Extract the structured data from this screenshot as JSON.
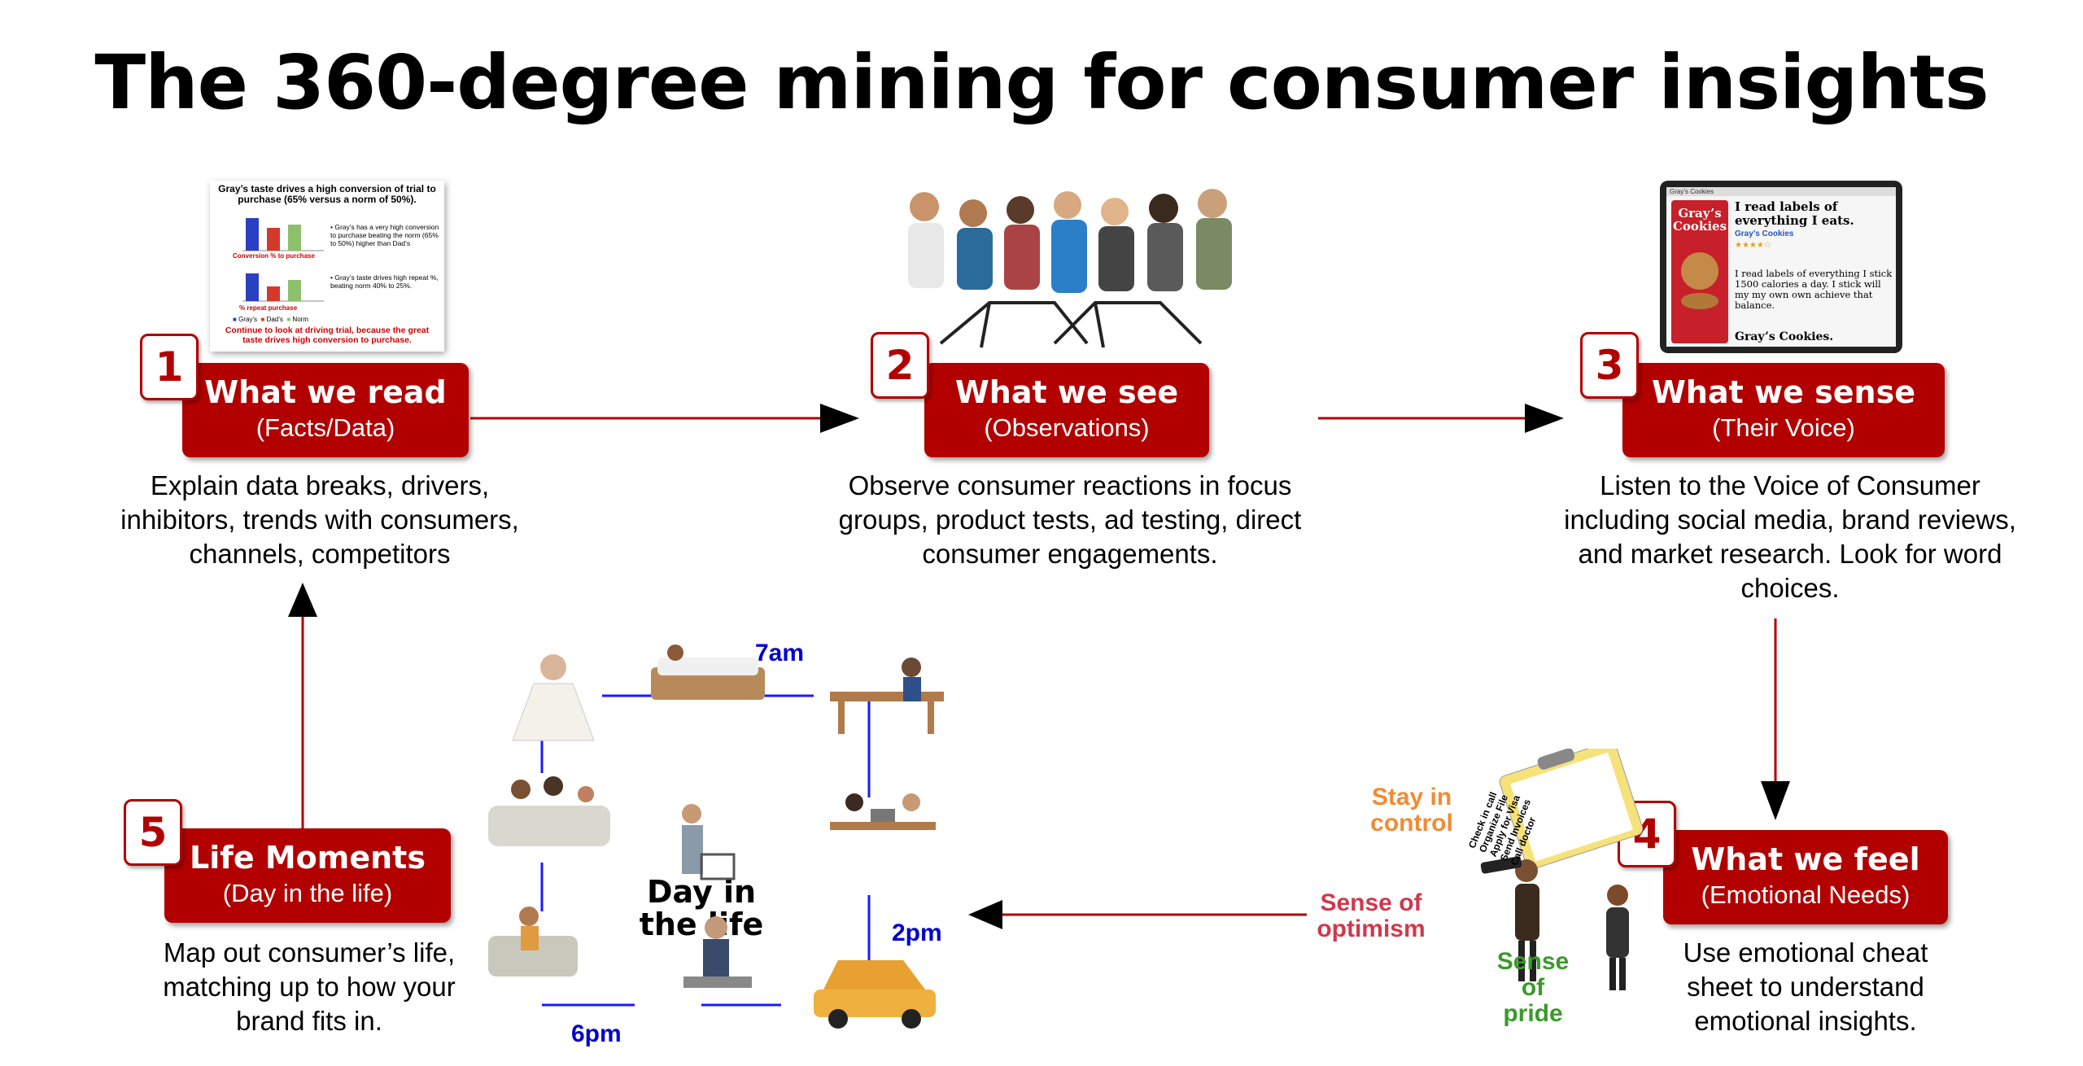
{
  "title": "The 360-degree mining for consumer insights",
  "steps": [
    {
      "number": "1",
      "heading": "What we read",
      "sub": "(Facts/Data)",
      "description": "Explain data breaks, drivers, inhibitors, trends with consumers, channels, competitors"
    },
    {
      "number": "2",
      "heading": "What we see",
      "sub": "(Observations)",
      "description": "Observe consumer reactions in focus groups, product tests, ad testing, direct consumer engagements."
    },
    {
      "number": "3",
      "heading": "What we sense",
      "sub": "(Their Voice)",
      "description": "Listen to the Voice of Consumer including social media, brand reviews, and market research. Look for word choices."
    },
    {
      "number": "4",
      "heading": "What we feel",
      "sub": "(Emotional Needs)",
      "description": "Use emotional cheat sheet to understand emotional insights."
    },
    {
      "number": "5",
      "heading": "Life Moments",
      "sub": "(Day in the life)",
      "description": "Map out consumer’s life, matching up to how your brand fits in."
    }
  ],
  "report_card": {
    "title": "Gray’s taste drives a high conversion of trial to purchase (65% versus a norm of 50%).",
    "chart1": {
      "label": "Conversion % to purchase",
      "values": [
        65,
        55,
        50
      ]
    },
    "chart2": {
      "label": "% repeat purchase",
      "values": [
        40,
        25,
        30
      ]
    },
    "legend": [
      "Gray’s",
      "Dad’s",
      "Norm"
    ],
    "bullet1": "• Gray’s has a very high conversion to purchase beating the norm (65% to 50%) higher than Dad’s",
    "bullet2": "• Gray’s taste drives high repeat %, beating norm 40% to 25%.",
    "conclusion": "Continue to look at driving trial, because the great taste drives high conversion to purchase."
  },
  "laptop": {
    "tab": "Gray’s Cookies",
    "headline": "I read labels of everything I eats.",
    "brand": "Gray’s Cookies",
    "package_brand": "Gray’s Cookies",
    "review": "I read labels of everything I stick 1500 calories a day. I stick will my my own own achieve that balance.",
    "signature": "Gray’s Cookies."
  },
  "emotions": {
    "control": "Stay in control",
    "optimism": "Sense of optimism",
    "pride": "Sense of pride",
    "checklist": [
      "Check in call",
      "Organize File",
      "Apply for Visa",
      "Send Invoices",
      "Call doctor"
    ]
  },
  "day_in_life": {
    "label": "Day in the life",
    "times": [
      "7am",
      "2pm",
      "6pm"
    ]
  },
  "colors": {
    "brand_red": "#b20000",
    "time_blue": "#0000cc",
    "control": "#f08c32",
    "optimism": "#d0384c",
    "pride": "#3a9a2a"
  }
}
